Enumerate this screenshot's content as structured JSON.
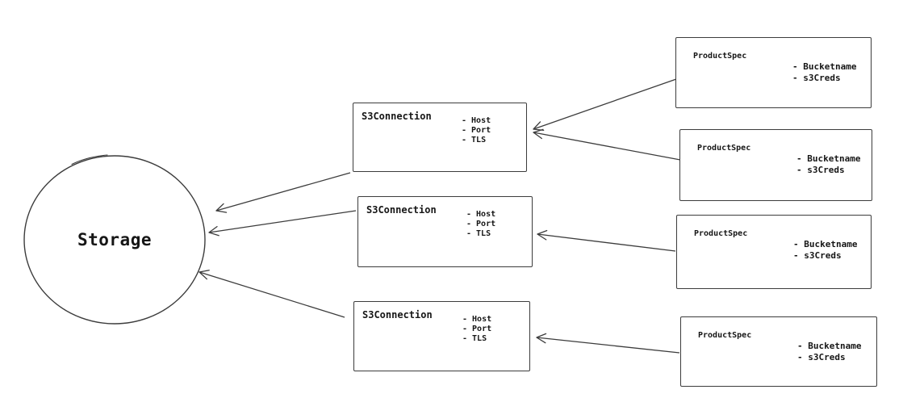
{
  "canvas": {
    "background": "#ffffff",
    "stroke_color": "#3c3c3c",
    "text_color": "#161616"
  },
  "storage": {
    "label": "Storage"
  },
  "s3_connections": [
    {
      "title": "S3Connection",
      "attributes": [
        "- Host",
        "- Port",
        "- TLS"
      ]
    },
    {
      "title": "S3Connection",
      "attributes": [
        "- Host",
        "- Port",
        "- TLS"
      ]
    },
    {
      "title": "S3Connection",
      "attributes": [
        "- Host",
        "- Port",
        "- TLS"
      ]
    }
  ],
  "product_specs": [
    {
      "title": "ProductSpec",
      "attributes": [
        "- Bucketname",
        "- s3Creds"
      ]
    },
    {
      "title": "ProductSpec",
      "attributes": [
        "- Bucketname",
        "- s3Creds"
      ]
    },
    {
      "title": "ProductSpec",
      "attributes": [
        "- Bucketname",
        "- s3Creds"
      ]
    },
    {
      "title": "ProductSpec",
      "attributes": [
        "- Bucketname",
        "- s3Creds"
      ]
    }
  ]
}
